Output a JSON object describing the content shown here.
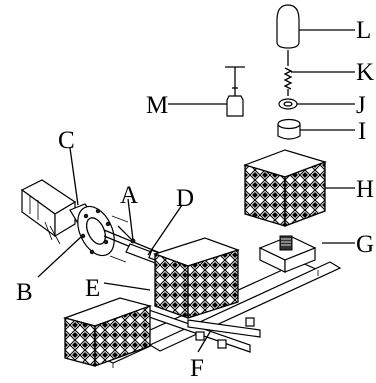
{
  "labels": {
    "A": "A",
    "B": "B",
    "C": "C",
    "D": "D",
    "E": "E",
    "F": "F",
    "G": "G",
    "H": "H",
    "I": "I",
    "J": "J",
    "K": "K",
    "L": "L",
    "M": "M"
  }
}
